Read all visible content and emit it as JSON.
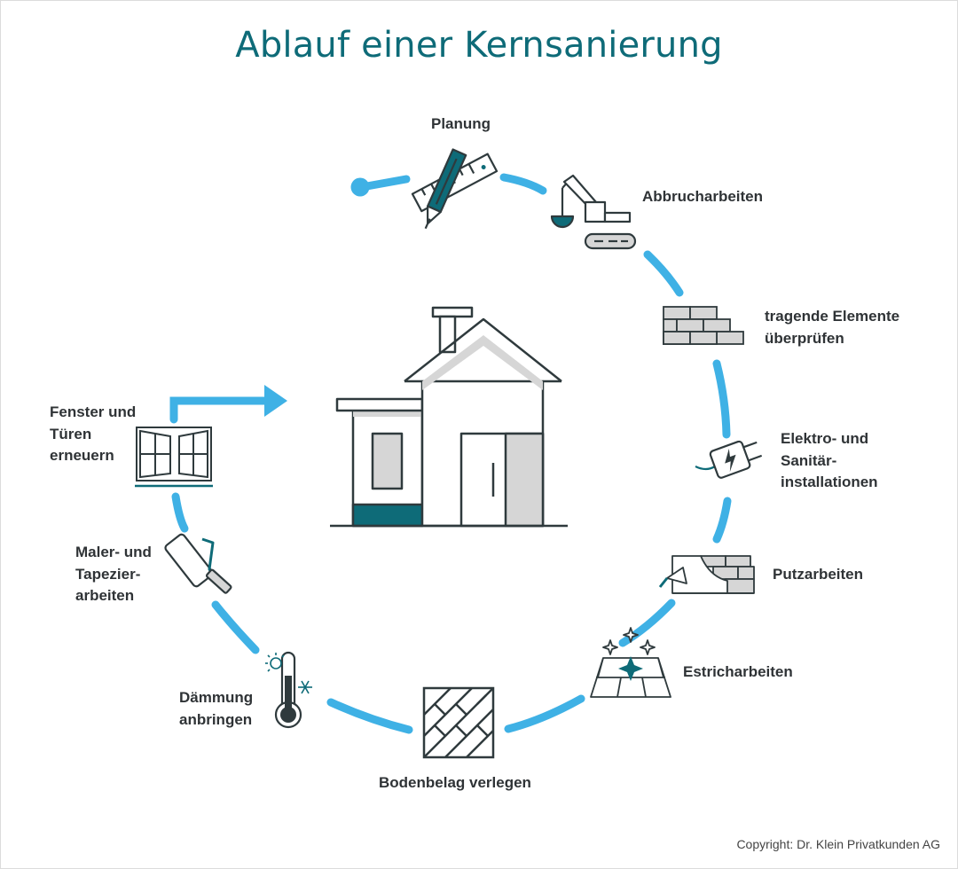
{
  "title": "Ablauf einer Kernsanierung",
  "steps": [
    {
      "id": "planung",
      "label": "Planung",
      "icon": "ruler-pencil-icon"
    },
    {
      "id": "abbruch",
      "label": "Abbrucharbeiten",
      "icon": "excavator-icon"
    },
    {
      "id": "tragende",
      "label": "tragende Elemente\nüberprüfen",
      "icon": "brick-wall-icon"
    },
    {
      "id": "elektro",
      "label": "Elektro- und\nSanitär-\ninstallationen",
      "icon": "power-plug-icon"
    },
    {
      "id": "putz",
      "label": "Putzarbeiten",
      "icon": "plaster-trowel-icon"
    },
    {
      "id": "estrich",
      "label": "Estricharbeiten",
      "icon": "screed-floor-icon"
    },
    {
      "id": "boden",
      "label": "Bodenbelag verlegen",
      "icon": "parquet-floor-icon"
    },
    {
      "id": "daemmung",
      "label": "Dämmung\nanbringen",
      "icon": "thermometer-icon"
    },
    {
      "id": "maler",
      "label": "Maler- und\nTapezier-\narbeiten",
      "icon": "paint-roller-icon"
    },
    {
      "id": "fenster",
      "label": "Fenster und\nTüren\nerneuern",
      "icon": "window-icon"
    }
  ],
  "center_icon": "house-icon",
  "colors": {
    "title": "#0e6b78",
    "cycle": "#3fb1e5",
    "accent": "#0e6b78",
    "line": "#2f3a3d",
    "fill": "#d6d6d6"
  },
  "copyright": "Copyright: Dr. Klein Privatkunden AG"
}
